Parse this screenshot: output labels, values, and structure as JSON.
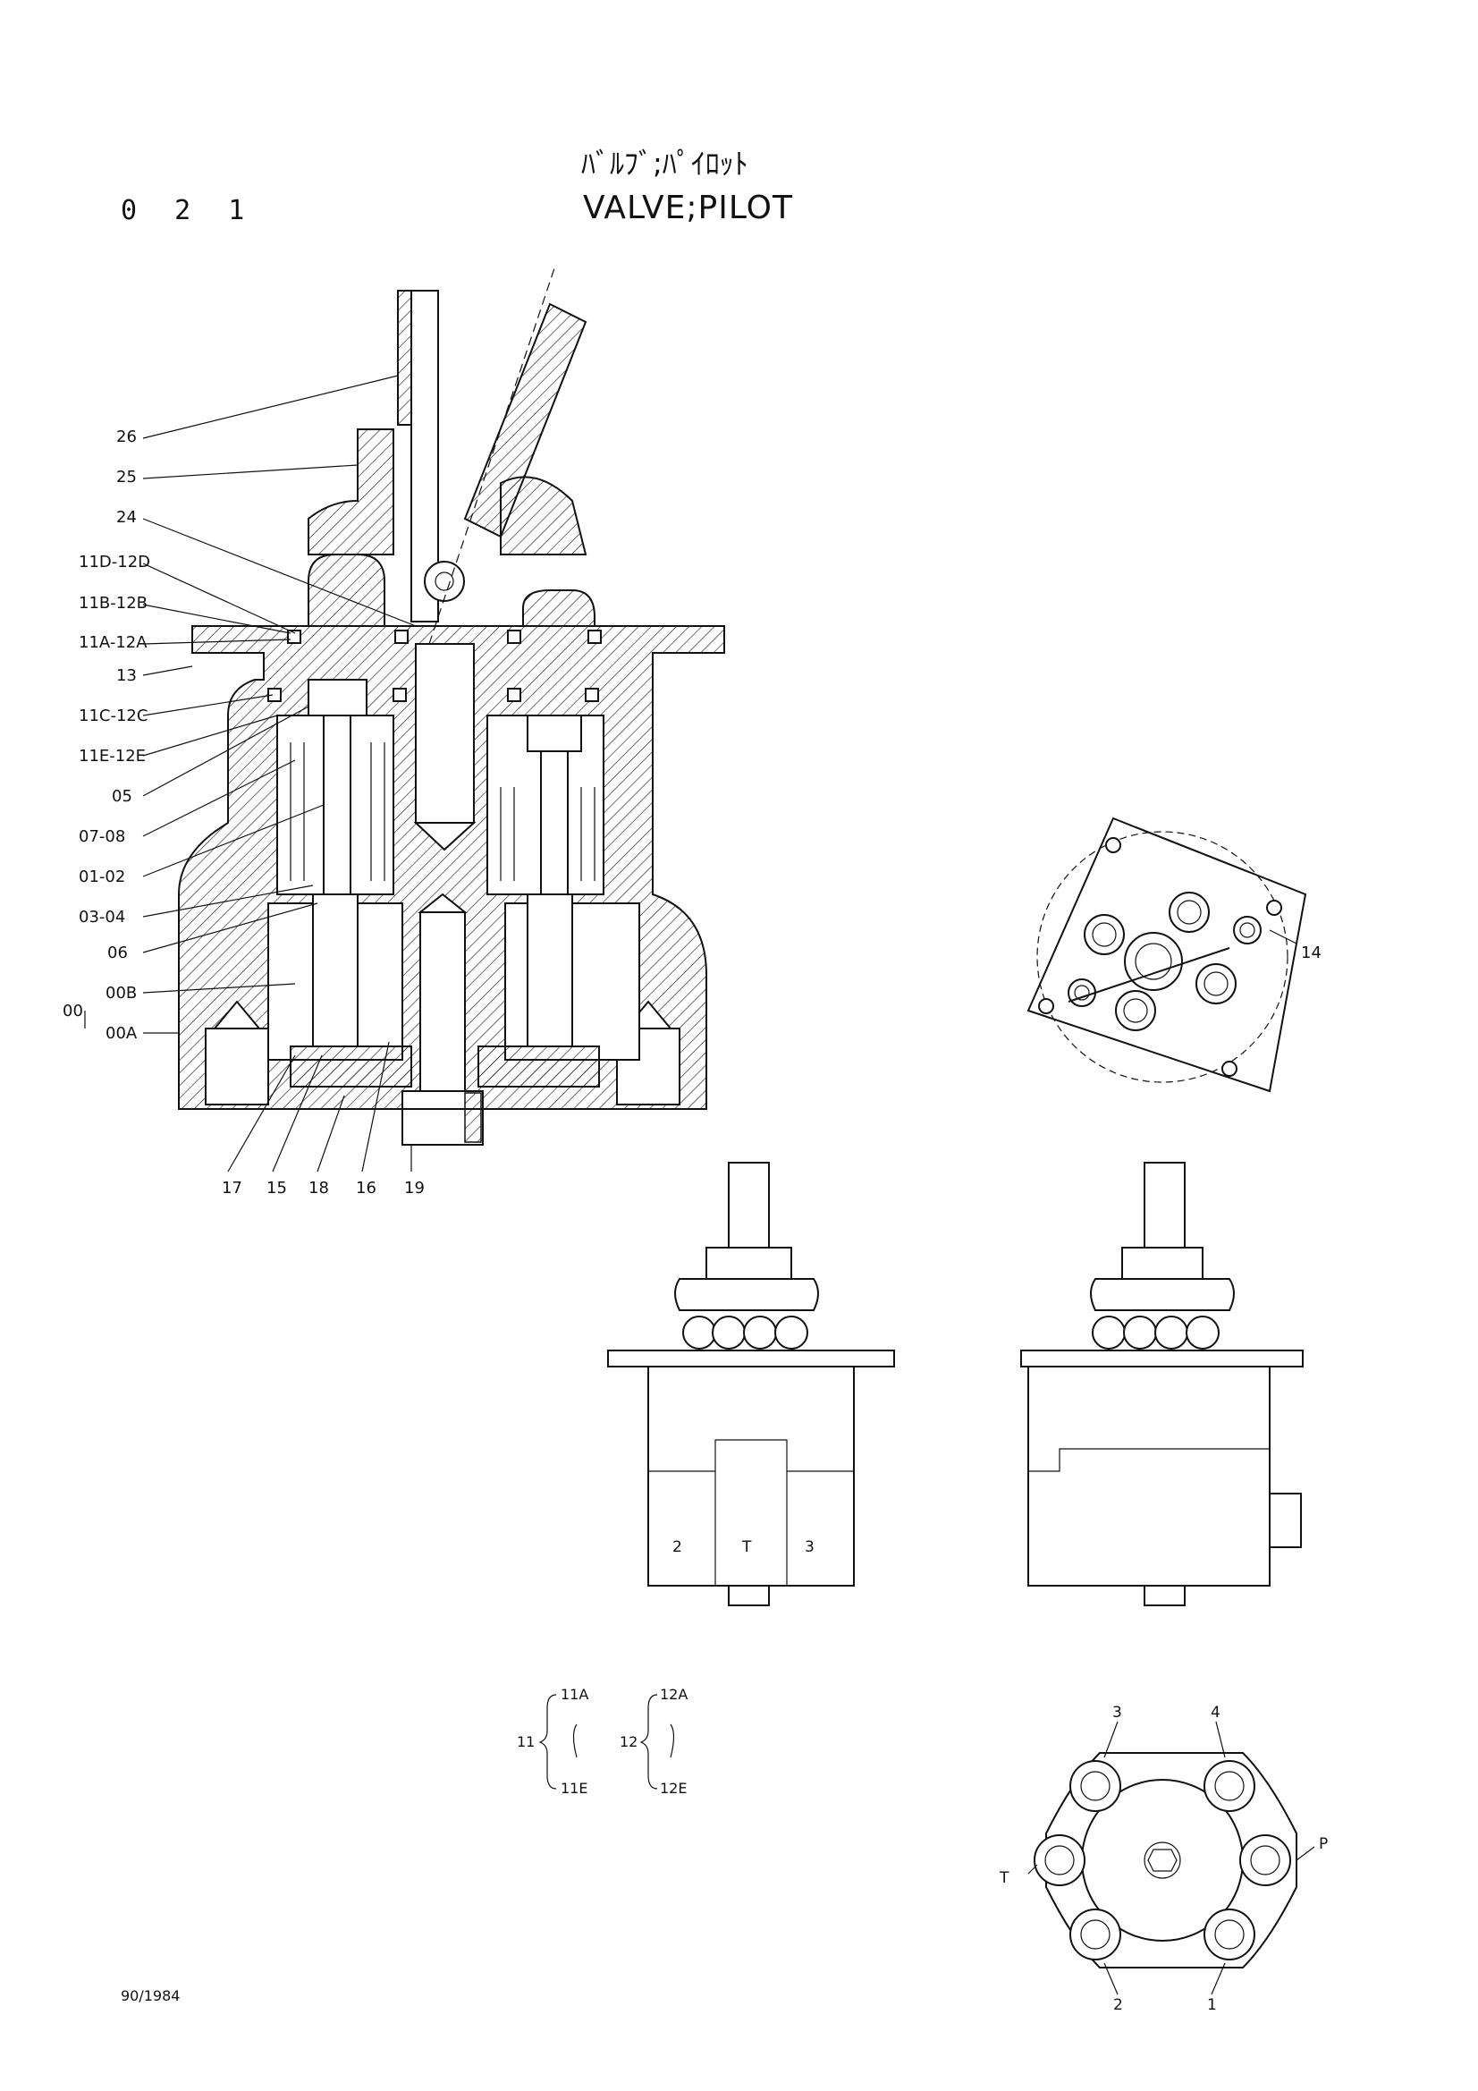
{
  "page_number": "0 2 1",
  "title_jp": "ﾊﾞﾙﾌﾞ;ﾊﾟｲﾛｯﾄ",
  "title_en": "VALVE;PILOT",
  "callouts_left": [
    "26",
    "25",
    "24",
    "11D-12D",
    "11B-12B",
    "11A-12A",
    "13",
    "11C-12C",
    "11E-12E",
    "05",
    "07-08",
    "01-02",
    "03-04",
    "06",
    "00B",
    "00",
    "00A"
  ],
  "callouts_bottom": [
    "17",
    "15",
    "18",
    "16",
    "19"
  ],
  "callout_14": "14",
  "port_labels_front": [
    "2",
    "T",
    "3"
  ],
  "legend": {
    "left_group": "11",
    "left_top": "11A",
    "left_bottom": "11E",
    "right_group": "12",
    "right_top": "12A",
    "right_bottom": "12E"
  },
  "port_labels_bottom_view": [
    "3",
    "4",
    "P",
    "T",
    "2",
    "1"
  ],
  "footer": "90/1984"
}
